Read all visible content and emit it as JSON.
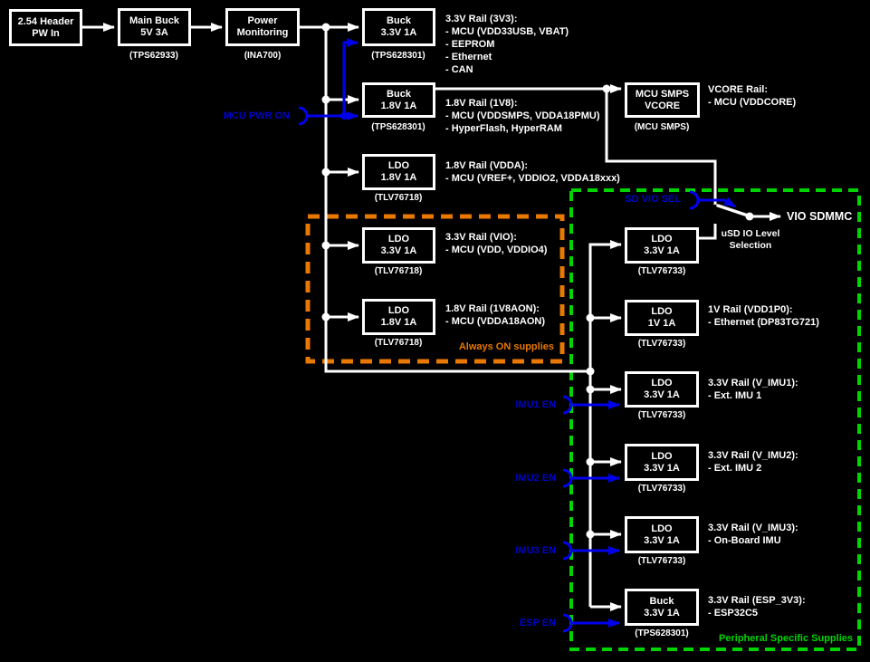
{
  "colors": {
    "background": "#000000",
    "wire_white": "#FFFFFF",
    "signal_blue_line": "#0000EE",
    "signal_blue_text": "#0000CD",
    "always_on_orange": "#E87800",
    "peripheral_green": "#00D400"
  },
  "nodes": {
    "header_in": {
      "label": "2.54 Header\nPW In"
    },
    "main_buck": {
      "label": "Main Buck\n5V 3A",
      "part": "(TPS62933)"
    },
    "power_monitoring": {
      "label": "Power\nMonitoring",
      "part": "(INA700)"
    },
    "buck_3v3": {
      "label": "Buck\n3.3V 1A",
      "part": "(TPS628301)",
      "rail": "3.3V Rail (3V3):\n- MCU (VDD33USB, VBAT)\n- EEPROM\n- Ethernet\n- CAN"
    },
    "buck_1v8": {
      "label": "Buck\n1.8V 1A",
      "part": "(TPS628301)",
      "rail": "1.8V Rail (1V8):\n- MCU (VDDSMPS, VDDA18PMU)\n- HyperFlash, HyperRAM"
    },
    "mcu_smps_vcore": {
      "label": "MCU SMPS\nVCORE",
      "part": "(MCU SMPS)",
      "rail": "VCORE Rail:\n- MCU (VDDCORE)"
    },
    "ldo_vdda": {
      "label": "LDO\n1.8V 1A",
      "part": "(TLV76718)",
      "rail": "1.8V Rail (VDDA):\n- MCU (VREF+, VDDIO2, VDDA18xxx)"
    },
    "ldo_vio": {
      "label": "LDO\n3.3V 1A",
      "part": "(TLV76718)",
      "rail": "3.3V Rail (VIO):\n- MCU (VDD, VDDIO4)"
    },
    "ldo_1v8aon": {
      "label": "LDO\n1.8V 1A",
      "part": "(TLV76718)",
      "rail": "1.8V Rail (1V8AON):\n- MCU (VDDA18AON)"
    },
    "ldo_usd": {
      "label": "LDO\n3.3V 1A",
      "part": "(TLV76733)"
    },
    "ldo_1v": {
      "label": "LDO\n1V 1A",
      "part": "(TLV76733)",
      "rail": "1V Rail (VDD1P0):\n- Ethernet (DP83TG721)"
    },
    "ldo_imu1": {
      "label": "LDO\n3.3V 1A",
      "part": "(TLV76733)",
      "rail": "3.3V Rail (V_IMU1):\n- Ext. IMU 1"
    },
    "ldo_imu2": {
      "label": "LDO\n3.3V 1A",
      "part": "(TLV76733)",
      "rail": "3.3V Rail (V_IMU2):\n- Ext. IMU 2"
    },
    "ldo_imu3": {
      "label": "LDO\n3.3V 1A",
      "part": "(TLV76733)",
      "rail": "3.3V Rail (V_IMU3):\n- On-Board IMU"
    },
    "buck_esp": {
      "label": "Buck\n3.3V 1A",
      "part": "(TPS628301)",
      "rail": "3.3V Rail (ESP_3V3):\n- ESP32C5"
    }
  },
  "signals": {
    "mcu_pwr_on": "MCU PWR ON",
    "sd_vio_sel": "SD VIO SEL",
    "imu1_en": "IMU1 EN",
    "imu2_en": "IMU2 EN",
    "imu3_en": "IMU3 EN",
    "esp_en": "ESP EN"
  },
  "annotations": {
    "vio_sdmmc": "VIO SDMMC",
    "usd_io_level": "uSD IO Level\nSelection"
  },
  "groups": {
    "always_on": "Always ON supplies",
    "peripheral": "Peripheral Specific Supplies"
  }
}
